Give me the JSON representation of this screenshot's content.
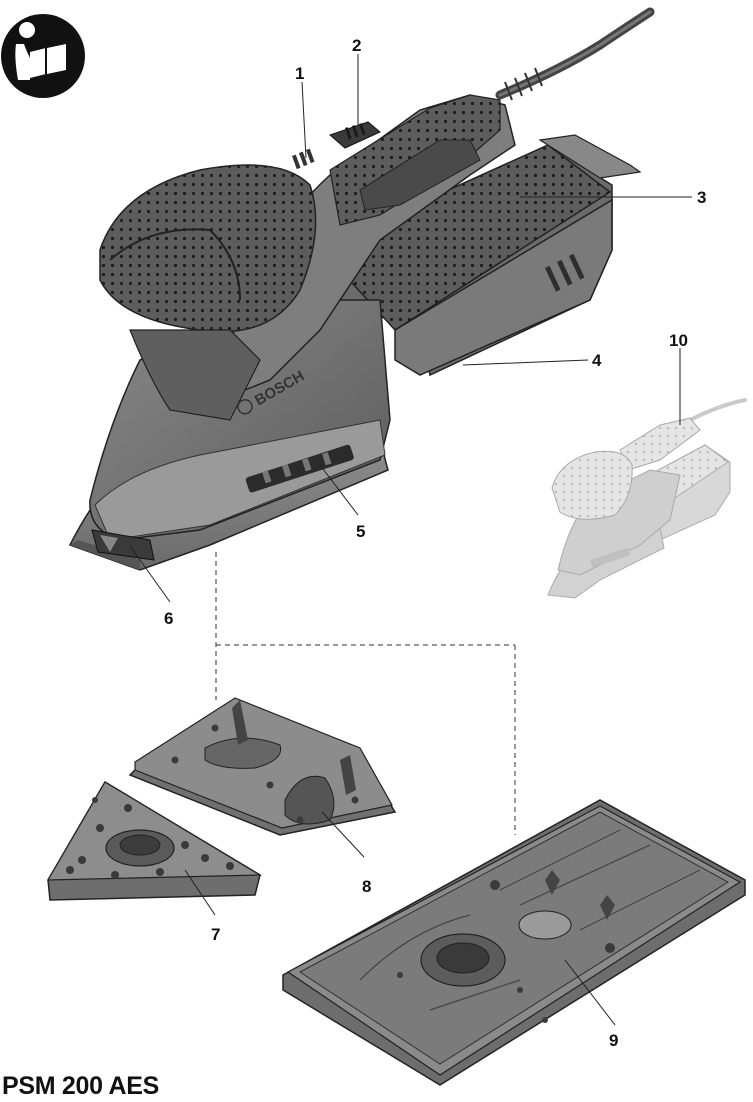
{
  "manual_icon": "read-manual-icon",
  "brand_logo_text": "BOSCH",
  "callouts": {
    "c1": "1",
    "c2": "2",
    "c3": "3",
    "c4": "4",
    "c5": "5",
    "c6": "6",
    "c7": "7",
    "c8": "8",
    "c9": "9",
    "c10": "10"
  },
  "model_name": "PSM 200 AES"
}
